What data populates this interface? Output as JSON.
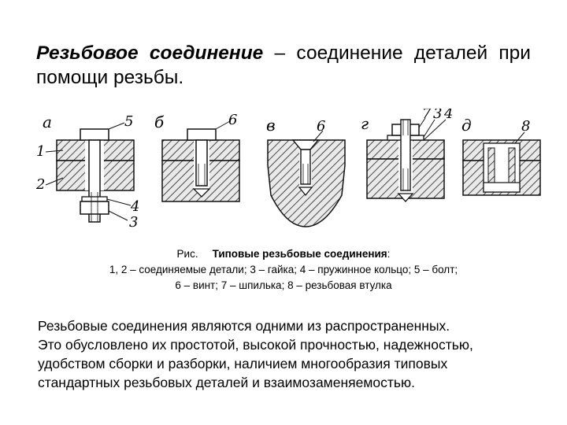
{
  "heading": {
    "term": "Резьбовое соединение",
    "dash": " – ",
    "rest": "соединение деталей при помощи резьбы."
  },
  "figure": {
    "panel_letters": [
      "а",
      "б",
      "в",
      "г",
      "д"
    ],
    "numbers": {
      "p1": [
        "5",
        "1",
        "2",
        "4",
        "3"
      ],
      "p2": [
        "6"
      ],
      "p3": [
        "6"
      ],
      "p4": [
        "7",
        "3",
        "4"
      ],
      "p5": [
        "8"
      ]
    }
  },
  "caption": {
    "prefix": "Рис.",
    "title": "Типовые резьбовые соединения",
    "colon": ":",
    "line2": "1, 2 – соединяемые детали; 3 – гайка; 4 – пружинное кольцо; 5 – болт;",
    "line3": "6 – винт; 7 – шпилька; 8 – резьбовая втулка"
  },
  "body": {
    "lines": [
      "Резьбовые соединения являются одними из распространенных.",
      "Это обусловлено их простотой, высокой прочностью, надежностью,",
      "удобством сборки и разборки, наличием многообразия типовых",
      "стандартных резьбовых деталей и взаимозаменяемостью."
    ]
  }
}
